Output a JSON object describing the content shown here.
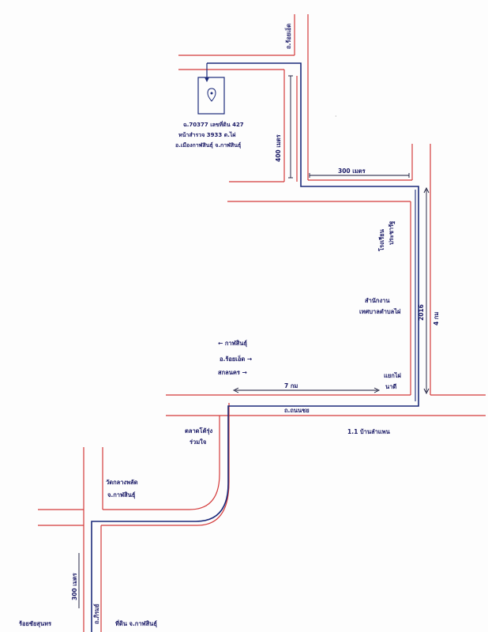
{
  "colors": {
    "road": "#d43a3a",
    "route": "#1b2a7a",
    "text": "#1a1a66",
    "background": "#fdfdfd"
  },
  "icons": {
    "location": "location-pin-icon",
    "arrow": "arrow-icon"
  },
  "labels": {
    "top_road": "ถ.ร้อยเอ็ด",
    "parcel_line1": "ฉ.70377 เลขที่ดิน 427",
    "parcel_line2": "หน้าสำรวจ 3933 ต.ไผ่",
    "parcel_line3": "อ.เมืองกาฬสินธุ์ จ.กาฬสินธุ์",
    "dist_400": "400 เมตร",
    "dist_300": "300 เมตร",
    "school_line1": "โรงเรียน",
    "school_line2": "ประชารัฐ",
    "office_line1": "สำนักงาน",
    "office_line2": "เทศบาลตำบลไผ่",
    "road_2016": "2016",
    "dist_4km": "4 กม",
    "to_kalasin": "← กาฬสินธุ์",
    "to_roiet": "อ.ร้อยเอ็ด →",
    "to_sakon": "สกลนคร →",
    "dist_7km": "7 กม",
    "junction_name_line1": "แยกไผ่",
    "junction_name_line2": "นาดี",
    "main_road": "ถ.ถนนชย",
    "village": "1.1 บ้านลำแพน",
    "market_line1": "ตลาดโต้รุ่ง",
    "market_line2": "ร่วมใจ",
    "temple_line1": "วัดกลางพลัด",
    "temple_line2": "จ.กาฬสินธุ์",
    "dist_300_bottom": "300 เมตร",
    "bottom_road": "ถ.ภิรมย์",
    "shop_left": "ร้อยชัยสุนทร",
    "land_office": "ที่ดิน จ.กาฬสินธุ์"
  }
}
